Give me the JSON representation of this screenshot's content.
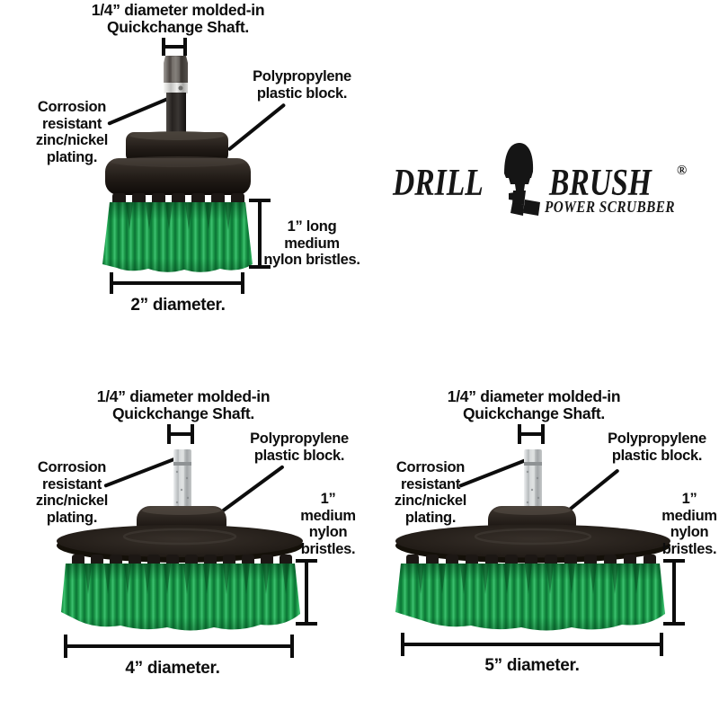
{
  "page": {
    "background": "#ffffff"
  },
  "logo": {
    "word1": "DRILL",
    "word2": "BRUSH",
    "registered_mark": "®",
    "tagline": "POWER SCRUBBER"
  },
  "colors": {
    "text": "#0d0d0d",
    "bristle_green": "#1f9f4e",
    "block_dark": "#1d1815",
    "zinc_silver": "#c4c7c8",
    "logo_black": "#161616"
  },
  "figures": [
    {
      "id": "2-inch-brush",
      "shaft_label": [
        "1/4” diameter molded-in",
        "Quickchange Shaft."
      ],
      "block_label": [
        "Polypropylene",
        "plastic block."
      ],
      "plating_label": [
        "Corrosion",
        "resistant",
        "zinc/nickel",
        "plating."
      ],
      "bristle_label": [
        "1” long",
        "medium",
        "nylon bristles."
      ],
      "diameter_label": "2” diameter."
    },
    {
      "id": "4-inch-brush",
      "shaft_label": [
        "1/4” diameter molded-in",
        "Quickchange Shaft."
      ],
      "block_label": [
        "Polypropylene",
        "plastic block."
      ],
      "plating_label": [
        "Corrosion",
        "resistant",
        "zinc/nickel",
        "plating."
      ],
      "bristle_label": [
        "1”",
        "medium",
        "nylon",
        "bristles."
      ],
      "diameter_label": "4” diameter."
    },
    {
      "id": "5-inch-brush",
      "shaft_label": [
        "1/4” diameter molded-in",
        "Quickchange Shaft."
      ],
      "block_label": [
        "Polypropylene",
        "plastic block."
      ],
      "plating_label": [
        "Corrosion",
        "resistant",
        "zinc/nickel",
        "plating."
      ],
      "bristle_label": [
        "1”",
        "medium",
        "nylon",
        "bristles."
      ],
      "diameter_label": "5” diameter."
    }
  ]
}
